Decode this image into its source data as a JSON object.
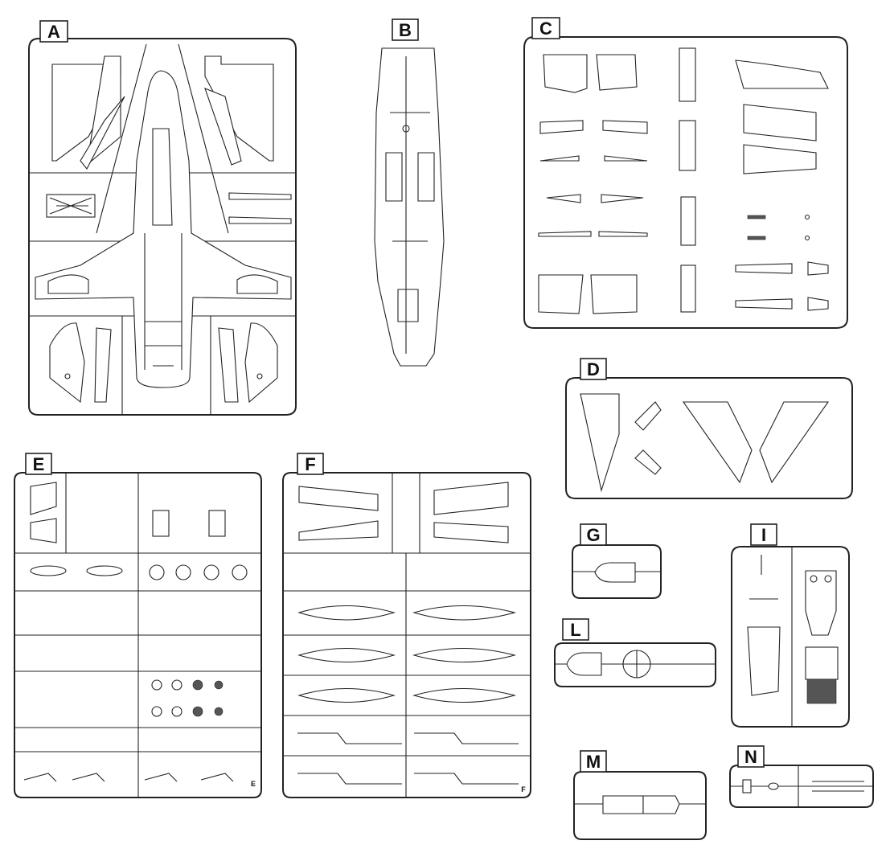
{
  "sprues": [
    {
      "key": "a",
      "label": "A"
    },
    {
      "key": "b",
      "label": "B"
    },
    {
      "key": "c",
      "label": "C"
    },
    {
      "key": "d",
      "label": "D"
    },
    {
      "key": "e",
      "label": "E",
      "corner_mark": "E"
    },
    {
      "key": "f",
      "label": "F",
      "corner_mark": "F"
    },
    {
      "key": "g",
      "label": "G"
    },
    {
      "key": "i",
      "label": "I"
    },
    {
      "key": "l",
      "label": "L"
    },
    {
      "key": "m",
      "label": "M"
    },
    {
      "key": "n",
      "label": "N"
    }
  ]
}
